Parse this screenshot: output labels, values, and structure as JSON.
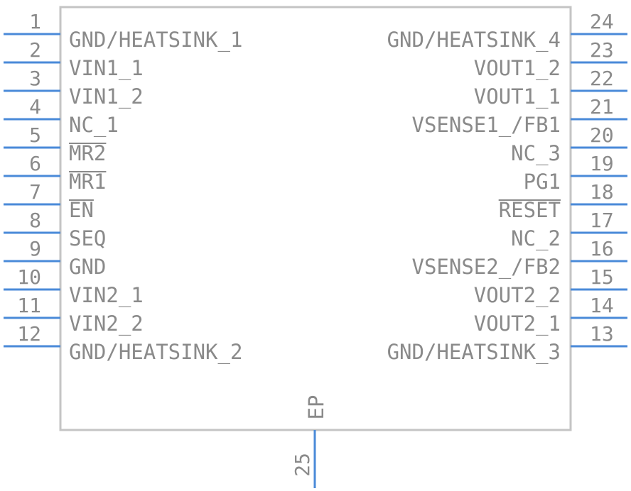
{
  "colors": {
    "body_outline": "#c4c4c4",
    "pin_line": "#4a8ad8",
    "text": "#8a8a8a",
    "overbar": "#8a8a8a"
  },
  "left_pins": [
    {
      "number": "1",
      "name": "GND/HEATSINK_1"
    },
    {
      "number": "2",
      "name": "VIN1_1"
    },
    {
      "number": "3",
      "name": "VIN1_2"
    },
    {
      "number": "4",
      "name": "NC_1"
    },
    {
      "number": "5",
      "name": "MR2",
      "overbar": true
    },
    {
      "number": "6",
      "name": "MR1",
      "overbar": true
    },
    {
      "number": "7",
      "name": "EN",
      "overbar": true
    },
    {
      "number": "8",
      "name": "SEQ"
    },
    {
      "number": "9",
      "name": "GND"
    },
    {
      "number": "10",
      "name": "VIN2_1"
    },
    {
      "number": "11",
      "name": "VIN2_2"
    },
    {
      "number": "12",
      "name": "GND/HEATSINK_2"
    }
  ],
  "right_pins": [
    {
      "number": "24",
      "name": "GND/HEATSINK_4"
    },
    {
      "number": "23",
      "name": "VOUT1_2"
    },
    {
      "number": "22",
      "name": "VOUT1_1"
    },
    {
      "number": "21",
      "name": "VSENSE1_/FB1"
    },
    {
      "number": "20",
      "name": "NC_3"
    },
    {
      "number": "19",
      "name": "PG1"
    },
    {
      "number": "18",
      "name": "RESET",
      "overbar": true
    },
    {
      "number": "17",
      "name": "NC_2"
    },
    {
      "number": "16",
      "name": "VSENSE2_/FB2"
    },
    {
      "number": "15",
      "name": "VOUT2_2"
    },
    {
      "number": "14",
      "name": "VOUT2_1"
    },
    {
      "number": "13",
      "name": "GND/HEATSINK_3"
    }
  ],
  "bottom_pin": {
    "number": "25",
    "name": "EP"
  }
}
